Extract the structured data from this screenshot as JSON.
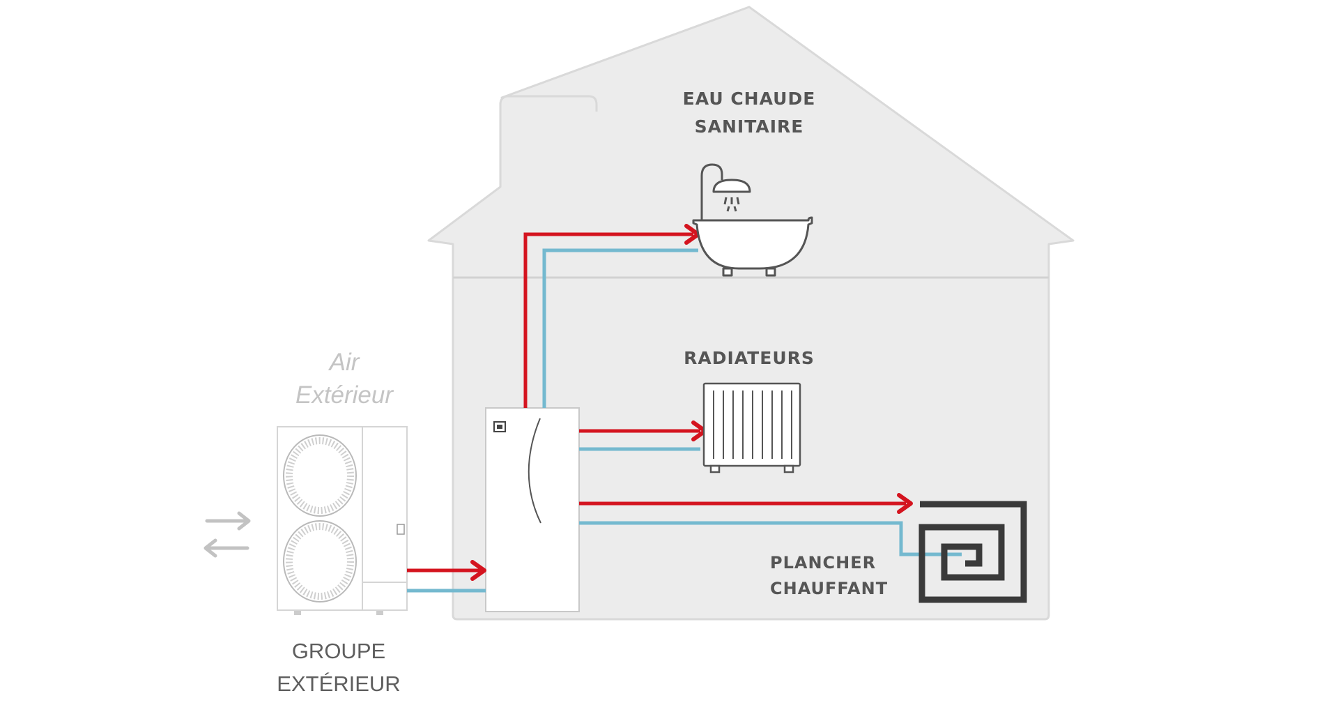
{
  "labels": {
    "eau_chaude_line1": "EAU CHAUDE",
    "eau_chaude_line2": "SANITAIRE",
    "radiateurs": "RADIATEURS",
    "plancher_line1": "PLANCHER",
    "plancher_line2": "CHAUFFANT",
    "air_line1": "Air",
    "air_line2": "Extérieur",
    "groupe_line1": "GROUPE",
    "groupe_line2": "EXTÉRIEUR"
  },
  "colors": {
    "house_fill": "#ececec",
    "house_stroke": "#d6d6d6",
    "hot_pipe": "#d4141f",
    "cold_pipe": "#74b9cf",
    "text": "#555555",
    "italic_text": "#c4c4c4",
    "floor_coil": "#3a3a3a"
  }
}
